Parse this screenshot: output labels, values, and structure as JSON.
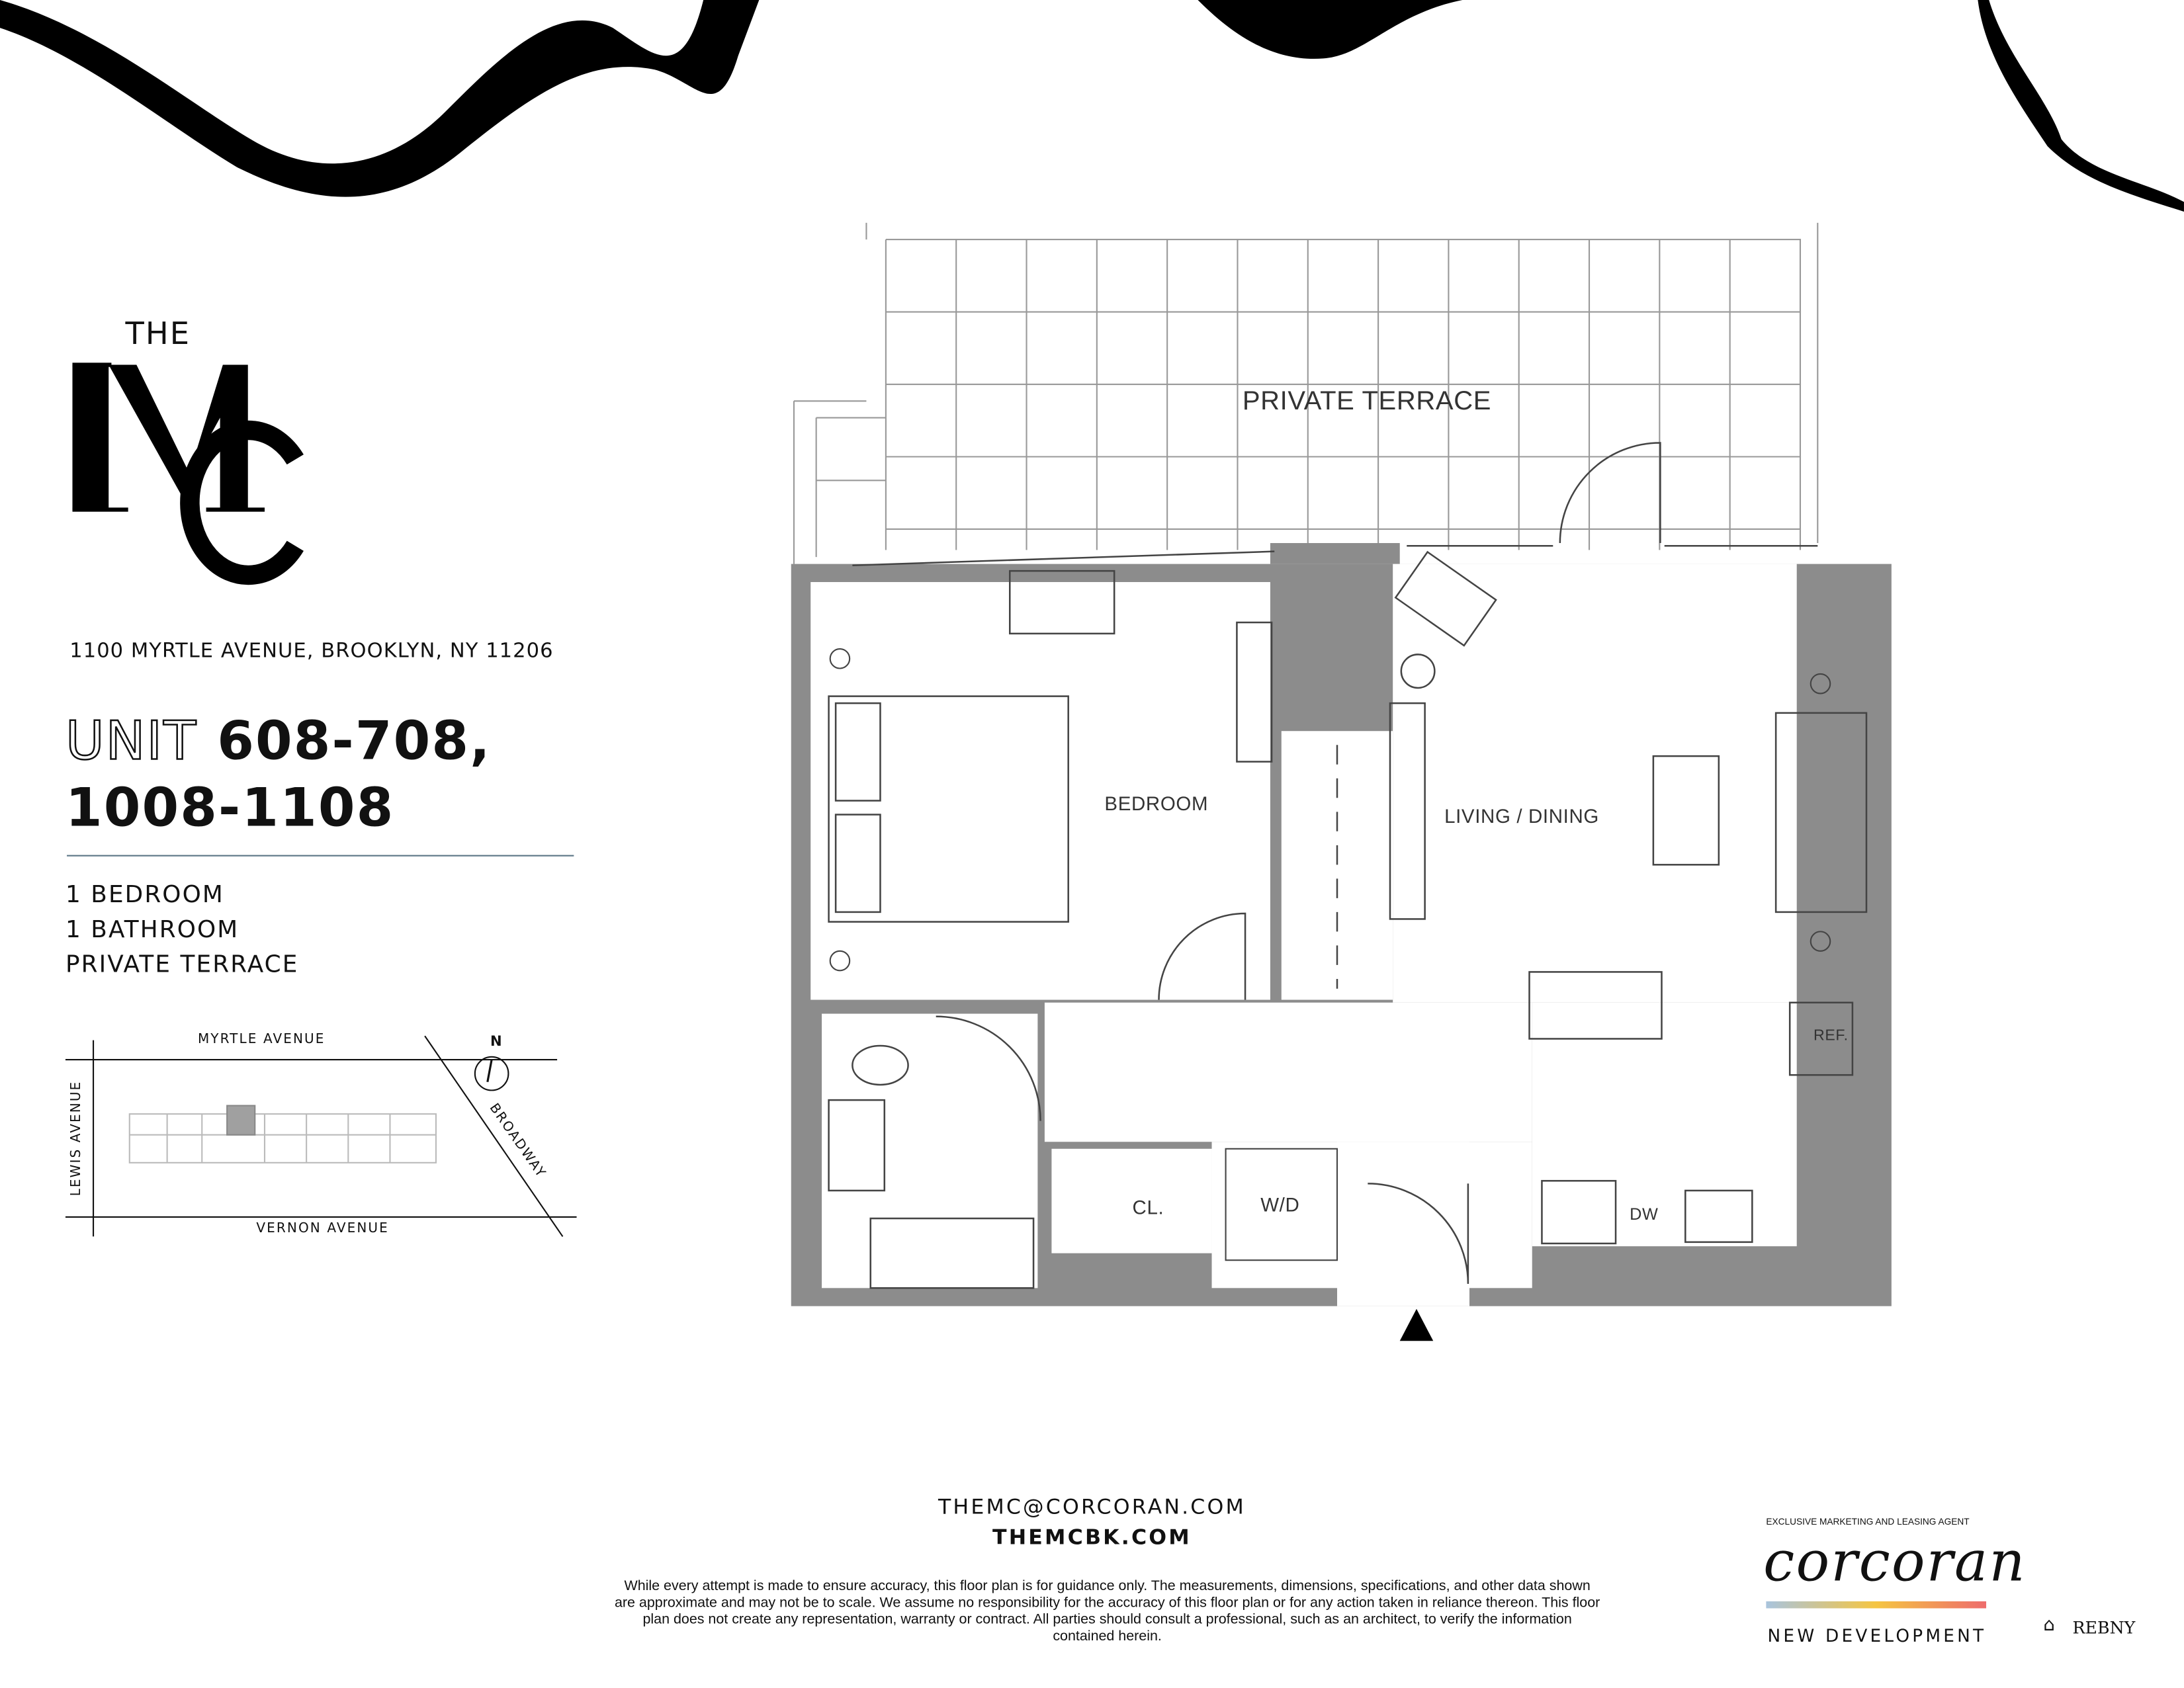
{
  "brand": {
    "logo_top": "THE",
    "logo_letters": "MC"
  },
  "address": "1100 MYRTLE AVENUE, BROOKLYN, NY 11206",
  "unit": {
    "prefix": "UNIT",
    "numbers_line1": "608-708,",
    "numbers_line2": "1008-1108"
  },
  "features": [
    "1 BEDROOM",
    "1 BATHROOM",
    "PRIVATE TERRACE"
  ],
  "site_map": {
    "streets": {
      "north": "MYRTLE AVENUE",
      "west": "LEWIS AVENUE",
      "south": "VERNON AVENUE",
      "east": "BROADWAY"
    },
    "compass": "N",
    "highlight_color": "#a0a0a0"
  },
  "floor_plan": {
    "rooms": {
      "terrace": "PRIVATE TERRACE",
      "bedroom": "BEDROOM",
      "living": "LIVING / DINING",
      "ref": "REF.",
      "closet": "CL.",
      "washer_dryer": "W/D",
      "dishwasher": "DW"
    },
    "wall_color": "#8c8c8c"
  },
  "contact": {
    "email": "THEMC@CORCORAN.COM",
    "website": "THEMCBK.COM"
  },
  "disclaimer": "While every attempt is made to ensure accuracy, this floor plan is for guidance only. The measurements, dimensions, specifications, and other data shown are approximate and may not be to scale.  We assume no responsibility for the accuracy of this floor plan or for any action taken in reliance thereon. This floor plan does not create any representation, warranty or contract. All parties should consult a professional, such as an architect, to verify the information contained herein.",
  "agent": {
    "tagline": "EXCLUSIVE MARKETING AND LEASING AGENT",
    "name": "corcoran",
    "division": "NEW DEVELOPMENT",
    "gradient": [
      "#a9c4dd",
      "#f5c542",
      "#ee6c6c"
    ],
    "badges": "REBNY"
  }
}
